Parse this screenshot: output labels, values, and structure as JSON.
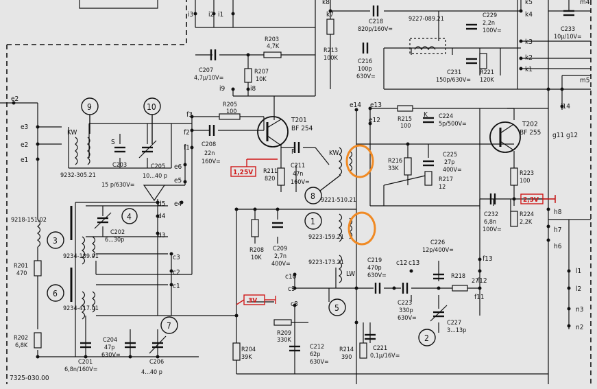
{
  "diagram": {
    "drawing_number": "7325-030.00",
    "colors": {
      "wire": "#111111",
      "background": "#e6e6e6",
      "voltage_marker": "#d01818",
      "highlight": "#f08a24"
    },
    "transistors": [
      {
        "ref": "T201",
        "type": "BF 254"
      },
      {
        "ref": "T202",
        "type": "BF 255"
      }
    ],
    "resistors": [
      {
        "ref": "R203",
        "value": "4,7K"
      },
      {
        "ref": "R207",
        "value": "10K"
      },
      {
        "ref": "R205",
        "value": "100"
      },
      {
        "ref": "R211",
        "value": "820"
      },
      {
        "ref": "R213",
        "value": "100K"
      },
      {
        "ref": "R215",
        "value": "100"
      },
      {
        "ref": "R216",
        "value": "33K"
      },
      {
        "ref": "R217",
        "value": "12"
      },
      {
        "ref": "R221",
        "value": "120K"
      },
      {
        "ref": "R223",
        "value": "100"
      },
      {
        "ref": "R224",
        "value": "2,2K"
      },
      {
        "ref": "R201",
        "value": "470"
      },
      {
        "ref": "R202",
        "value": "6,8K"
      },
      {
        "ref": "R204",
        "value": "39K"
      },
      {
        "ref": "R208",
        "value": "10K"
      },
      {
        "ref": "R209",
        "value": "330K"
      },
      {
        "ref": "R214",
        "value": "390"
      },
      {
        "ref": "R218",
        "value": "27"
      }
    ],
    "capacitors": [
      {
        "ref": "C207",
        "value": "4,7µ/10V="
      },
      {
        "ref": "C208",
        "value": "22n",
        "rating": "160V="
      },
      {
        "ref": "C211",
        "value": "47n",
        "rating": "160V="
      },
      {
        "ref": "C218",
        "value": "820p/160V="
      },
      {
        "ref": "C216",
        "value": "100p",
        "rating": "630V="
      },
      {
        "ref": "C229",
        "value": "2,2n",
        "rating": "100V="
      },
      {
        "ref": "C233",
        "value": "10µ/10V="
      },
      {
        "ref": "C231",
        "value": "150p/630V="
      },
      {
        "ref": "C224",
        "value": "5p/500V="
      },
      {
        "ref": "C225",
        "value": "27p",
        "rating": "400V="
      },
      {
        "ref": "C232",
        "value": "6,8n",
        "rating": "100V="
      },
      {
        "ref": "C203",
        "value": "15 p/630V="
      },
      {
        "ref": "C205",
        "value": "10...40 p"
      },
      {
        "ref": "C202",
        "value": "6...30p"
      },
      {
        "ref": "C201",
        "value": "6,8n/160V="
      },
      {
        "ref": "C204",
        "value": "47p",
        "rating": "630V="
      },
      {
        "ref": "C206",
        "value": "4...40 p"
      },
      {
        "ref": "C209",
        "value": "2,7n",
        "rating": "400V="
      },
      {
        "ref": "C212",
        "value": "62p",
        "rating": "630V="
      },
      {
        "ref": "C219",
        "value": "470p",
        "rating": "630V="
      },
      {
        "ref": "C221",
        "value": "0,1µ/16V="
      },
      {
        "ref": "C223",
        "value": "330p",
        "rating": "630V="
      },
      {
        "ref": "C226",
        "value": "12p/400V="
      },
      {
        "ref": "C227",
        "value": "3...13p"
      }
    ],
    "coils": [
      {
        "ref": "9232-305.21"
      },
      {
        "ref": "9218-151,02"
      },
      {
        "ref": "9234-189.01"
      },
      {
        "ref": "9234-417.01"
      },
      {
        "ref": "9221-510.21"
      },
      {
        "ref": "9223-159.21"
      },
      {
        "ref": "9223-173.21"
      },
      {
        "ref": "9227-089.21"
      }
    ],
    "voltages": [
      {
        "id": "v1",
        "text": "1,25V"
      },
      {
        "id": "v2",
        "text": "3V"
      },
      {
        "id": "v3",
        "text": "2,3V"
      }
    ],
    "circled_numbers": [
      "1",
      "2",
      "3",
      "4",
      "5",
      "6",
      "7",
      "8",
      "9",
      "10"
    ],
    "terminals": [
      "e1",
      "e2",
      "e3",
      "e4",
      "e5",
      "e6",
      "e12",
      "e13",
      "e14",
      "f1",
      "f2",
      "f3",
      "f11",
      "f12",
      "f13",
      "i1",
      "i2",
      "i3",
      "i8",
      "i9",
      "i14",
      "k1",
      "k2",
      "k3",
      "k4",
      "k5",
      "k7",
      "k8",
      "m4",
      "m5",
      "g11",
      "g12",
      "h6",
      "h7",
      "h8",
      "l1",
      "l2",
      "n2",
      "n3",
      "c1",
      "c2",
      "c3",
      "c8",
      "c9",
      "c10",
      "c12",
      "c13",
      "d3",
      "d4",
      "d5"
    ],
    "band_labels": [
      "KW",
      "LW",
      "F",
      "S",
      "K"
    ]
  }
}
